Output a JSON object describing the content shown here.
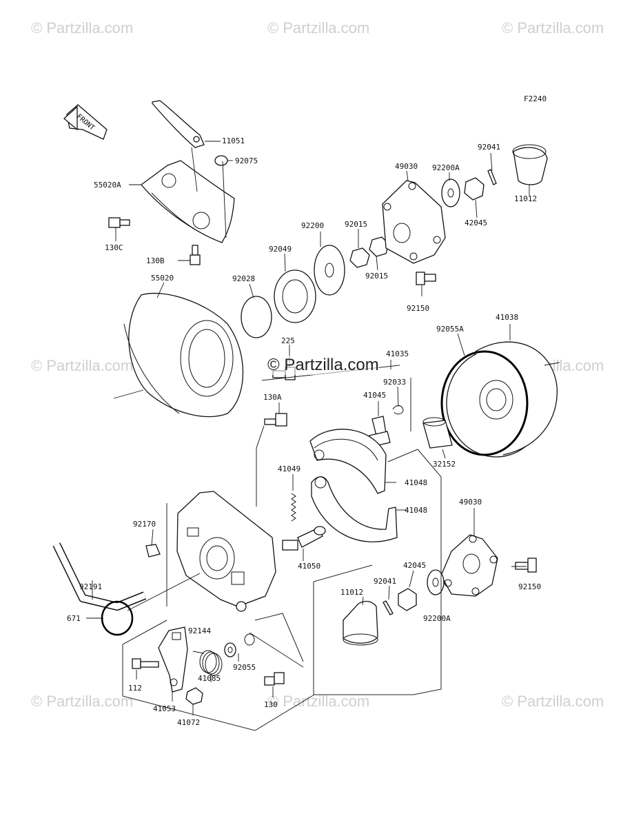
{
  "figure_code": "F2240",
  "front_label": "FRONT",
  "watermark": "© Partzilla.com",
  "watermark_center": "© Partzilla.com",
  "parts": {
    "p11051": "11051",
    "p92075": "92075",
    "p55020A": "55020A",
    "p130C": "130C",
    "p130B": "130B",
    "p49030_top": "49030",
    "p92200A_top": "92200A",
    "p92041_top": "92041",
    "p11012_top": "11012",
    "p42045_top": "42045",
    "p92200": "92200",
    "p92015_a": "92015",
    "p92015_b": "92015",
    "p92049": "92049",
    "p92150_top": "92150",
    "p55020": "55020",
    "p92028": "92028",
    "p225": "225",
    "p41035": "41035",
    "p92055A": "92055A",
    "p41038": "41038",
    "p92033": "92033",
    "p41045": "41045",
    "p130A": "130A",
    "p32152": "32152",
    "p41049": "41049",
    "p41048_a": "41048",
    "p41048_b": "41048",
    "p49030_bot": "49030",
    "p92170": "92170",
    "p41050": "41050",
    "p92191": "92191",
    "p92150_bot": "92150",
    "p42045_bot": "42045",
    "p92041_bot": "92041",
    "p11012_bot": "11012",
    "p92200A_bot": "92200A",
    "p671": "671",
    "p92144": "92144",
    "p92055": "92055",
    "p41085": "41085",
    "p112": "112",
    "p130": "130",
    "p41053": "41053",
    "p41072": "41072"
  }
}
